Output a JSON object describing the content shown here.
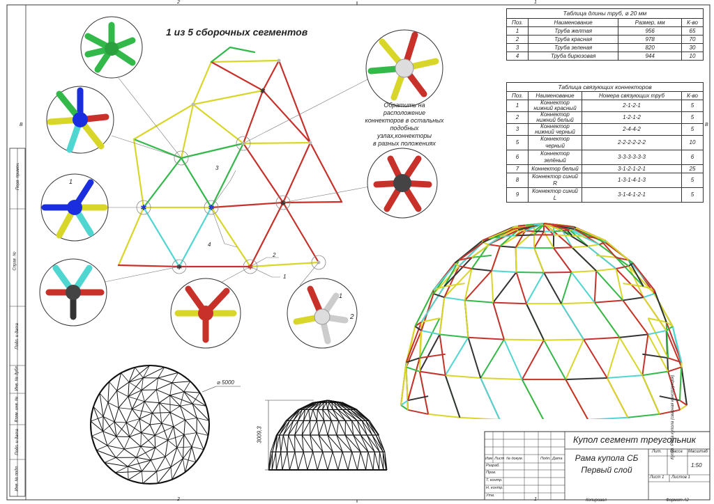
{
  "segment_title": "1 из 5 сборочных сегментов",
  "note": [
    "Обратить на расположение",
    "коннекторов в остальных",
    "подобных узлах,коннекторы",
    "в разных положениях"
  ],
  "callouts": {
    "c1": "1",
    "c2": "2",
    "c3": "3",
    "c4": "4",
    "white_1": "1",
    "white_2": "2",
    "blue_1": "1"
  },
  "dims": {
    "diameter": "⌀ 5000",
    "height": "3009,3"
  },
  "pipe_table": {
    "title": "Таблица длины труб, ⌀ 20 мм",
    "headers": [
      "Поз.",
      "Наименование",
      "Размер, мм",
      "К-во"
    ],
    "rows": [
      [
        "1",
        "Труба желтая",
        "956",
        "65"
      ],
      [
        "2",
        "Труба красная",
        "978",
        "70"
      ],
      [
        "3",
        "Труба зеленая",
        "820",
        "30"
      ],
      [
        "4",
        "Труба бирюзовая",
        "944",
        "10"
      ]
    ]
  },
  "connector_table": {
    "title": "Таблица связующих коннекторов",
    "headers": [
      "Поз.",
      "Наименование",
      "Номера связующих труб",
      "К-во"
    ],
    "rows": [
      [
        "1",
        "Коннектор нижний красный",
        "2-1-2-1",
        "5"
      ],
      [
        "2",
        "Коннектор нижний белый",
        "1-2-1-2",
        "5"
      ],
      [
        "3",
        "Коннектор нижний черный",
        "2-4-4-2",
        "5"
      ],
      [
        "5",
        "Коннектор черный",
        "2-2-2-2-2-2",
        "10"
      ],
      [
        "6",
        "Коннектор зелёный",
        "3-3-3-3-3-3",
        "6"
      ],
      [
        "7",
        "Коннектор белый",
        "3-1-2-1-2-1",
        "25"
      ],
      [
        "8",
        "Коннектор синий R",
        "1-3-1-4-1-3",
        "5"
      ],
      [
        "9",
        "Коннектор синий L",
        "3-1-4-1-2-1",
        "5"
      ]
    ]
  },
  "stamp": {
    "title": "Купол сегмент треугольник",
    "name_line1": "Рама купола СБ",
    "name_line2": "Первый слой",
    "lit": "Лит.",
    "mass": "Масса",
    "scale_label": "Масштаб",
    "scale": "1:50",
    "sheet": "Лист 1",
    "sheets": "Листов 1",
    "roles": [
      "Разраб.",
      "Пров.",
      "Т. контр.",
      "",
      "Н. контр.",
      "Утв."
    ],
    "cols": [
      "Изм",
      "Лист",
      "№ докум.",
      "Подп.",
      "Дата"
    ],
    "copied": "Копировал",
    "format": "Формат A2",
    "side_label": "Купол. Рама купола (сварная конструкция)"
  },
  "side_labels": [
    "Перв. примен.",
    "Справ. №",
    "Подп. и дата",
    "Инв. № дубл.",
    "Взам. инв. №",
    "Подп. и дата",
    "Инв. № подл."
  ],
  "zones": {
    "top_2": "2",
    "top_1": "1",
    "bot_2": "2",
    "bot_1": "1",
    "left_b": "B",
    "right_b": "B"
  },
  "colors": {
    "yellow": "#d9d62a",
    "red": "#c8302a",
    "green": "#33b84a",
    "cyan": "#4fd6d0",
    "blue": "#1a2ee0",
    "black": "#333333",
    "white": "#d8d8d8"
  }
}
